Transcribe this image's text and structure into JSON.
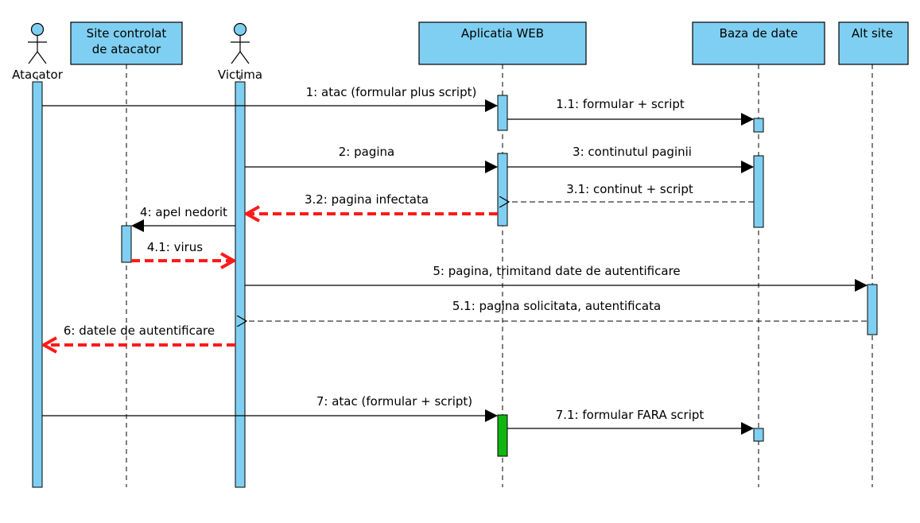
{
  "participants": [
    {
      "id": "atacator",
      "kind": "actor",
      "label": "Atacator"
    },
    {
      "id": "site",
      "kind": "box",
      "label_lines": [
        "Site controlat",
        "de atacator"
      ]
    },
    {
      "id": "victima",
      "kind": "actor",
      "label": "Victima"
    },
    {
      "id": "web",
      "kind": "box",
      "label_lines": [
        "Aplicatia WEB"
      ]
    },
    {
      "id": "db",
      "kind": "box",
      "label_lines": [
        "Baza de date"
      ]
    },
    {
      "id": "alt",
      "kind": "box",
      "label_lines": [
        "Alt site"
      ]
    }
  ],
  "messages": [
    {
      "label": "1: atac (formular plus script)",
      "from": "atacator",
      "to": "web",
      "style": "sync"
    },
    {
      "label": "1.1: formular + script",
      "from": "web",
      "to": "db",
      "style": "sync"
    },
    {
      "label": "2: pagina",
      "from": "victima",
      "to": "web",
      "style": "sync"
    },
    {
      "label": "3: continutul paginii",
      "from": "web",
      "to": "db",
      "style": "sync"
    },
    {
      "label": "3.1: continut + script",
      "from": "db",
      "to": "web",
      "style": "return"
    },
    {
      "label": "3.2: pagina infectata",
      "from": "web",
      "to": "victima",
      "style": "highlight"
    },
    {
      "label": "4: apel nedorit",
      "from": "victima",
      "to": "site",
      "style": "sync"
    },
    {
      "label": "4.1: virus",
      "from": "site",
      "to": "victima",
      "style": "highlight"
    },
    {
      "label": "5: pagina, trimitand date de autentificare",
      "from": "victima",
      "to": "alt",
      "style": "sync"
    },
    {
      "label": "5.1: pagina solicitata, autentificata",
      "from": "alt",
      "to": "victima",
      "style": "return"
    },
    {
      "label": "6: datele de autentificare",
      "from": "victima",
      "to": "atacator",
      "style": "highlight"
    },
    {
      "label": "7: atac (formular + script)",
      "from": "atacator",
      "to": "web",
      "style": "sync"
    },
    {
      "label": "7.1: formular FARA script",
      "from": "web",
      "to": "db",
      "style": "sync"
    }
  ],
  "colors": {
    "participant_fill": "#7fcff2",
    "activation_fill": "#7fcff2",
    "activation_highlight": "#11b511",
    "highlight_arrow": "#ff1a1a",
    "line": "#000000"
  }
}
